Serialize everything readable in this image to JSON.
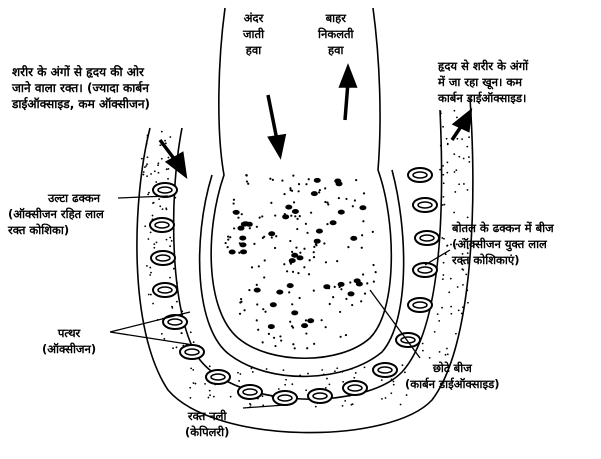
{
  "labels": {
    "air_in": [
      "अंदर",
      "जाती",
      "हवा"
    ],
    "air_out": [
      "बाहर",
      "निकलती",
      "हवा"
    ],
    "blood_to_heart": [
      "शरीर के अंगों से हृदय की ओर",
      "जाने वाला रक्त। (ज्यादा कार्बन",
      "डाईऑक्साइड, कम ऑक्सीजन)"
    ],
    "blood_from_heart": [
      "हृदय से शरीर के अंगों",
      "में जा रहा खून। कम",
      "कार्बन डाईऑक्साइड।"
    ],
    "inverted_lid": [
      "उल्टा ढक्कन",
      "(ऑक्सीजन रहित लाल",
      "रक्त कोशिका)"
    ],
    "seed_in_lid": [
      "बोतल के ढक्कन में बीज",
      "(ऑक्सीजन युक्त लाल",
      "रक्त कोशिकाएं)"
    ],
    "stones": [
      "पत्थर",
      "(ऑक्सीजन)"
    ],
    "small_seeds": [
      "छोटे बीज",
      "(कार्बन डाईऑक्साइड)"
    ],
    "capillary": [
      "रक्त नली",
      "(केपिलरी)"
    ]
  }
}
